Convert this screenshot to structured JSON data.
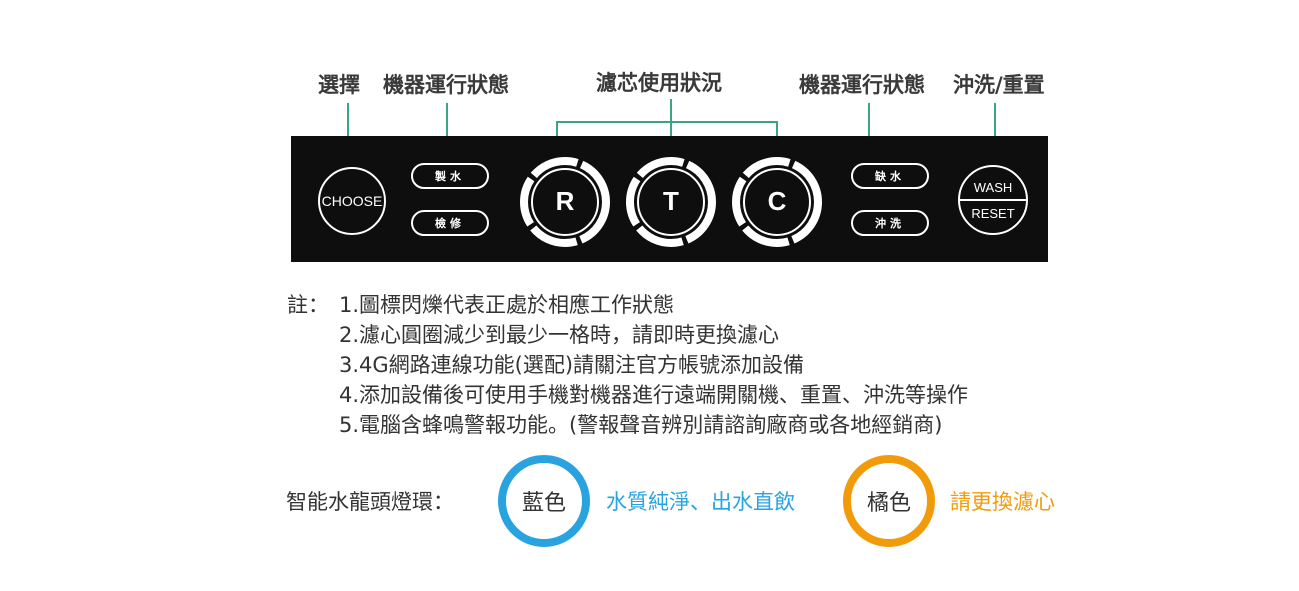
{
  "labels": {
    "choose": "選擇",
    "status_left": "機器運行狀態",
    "filter": "濾芯使用狀況",
    "status_right": "機器運行狀態",
    "wash_reset": "沖洗/重置"
  },
  "panel": {
    "choose_button": "CHOOSE",
    "make_water": "製水",
    "maintenance": "檢修",
    "filters": [
      "R",
      "T",
      "C"
    ],
    "water_shortage": "缺水",
    "flush": "沖洗",
    "wash": "WASH",
    "reset": "RESET"
  },
  "notes": {
    "prefix": "註：",
    "lines": [
      "1.圖標閃爍代表正處於相應工作狀態",
      "2.濾心圓圈減少到最少一格時，請即時更換濾心",
      "3.4G網路連線功能(選配)請關注官方帳號添加設備",
      "4.添加設備後可使用手機對機器進行遠端開關機、重置、沖洗等操作",
      "5.電腦含蜂鳴警報功能。(警報聲音辨別請諮詢廠商或各地經銷商)"
    ]
  },
  "legend": {
    "title": "智能水龍頭燈環：",
    "blue_label": "藍色",
    "blue_meaning": "水質純淨、出水直飲",
    "orange_label": "橘色",
    "orange_meaning": "請更換濾心"
  },
  "colors": {
    "connector": "#3aa57e",
    "blue": "#29a3e0",
    "orange": "#f29b0a",
    "panel": "#0e0e0e"
  }
}
